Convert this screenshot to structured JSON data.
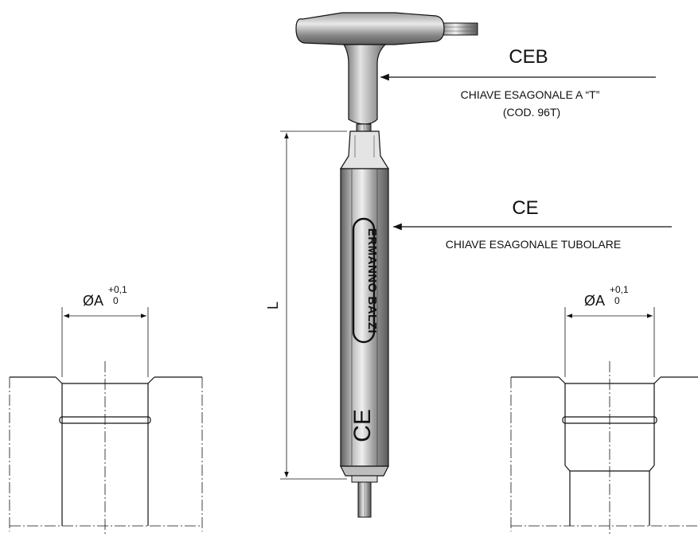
{
  "callouts": {
    "ceb": {
      "code": "CEB",
      "desc1": "CHIAVE ESAGONALE A “T”",
      "desc2": "(COD. 96T)"
    },
    "ce": {
      "code": "CE",
      "desc": "CHIAVE ESAGONALE TUBOLARE"
    }
  },
  "dimensions": {
    "length_label": "L",
    "diameter_left": {
      "symbol": "ØA",
      "upper_tol": "+0,1",
      "lower_tol": "0"
    },
    "diameter_right": {
      "symbol": "ØA",
      "upper_tol": "+0,1",
      "lower_tol": "0"
    }
  },
  "tool_markings": {
    "brand": "ERMANNO BALZI",
    "code": "CE"
  },
  "colors": {
    "line": "#111111",
    "metal_dark": "#6b6b6b",
    "metal_light": "#d9d9d9"
  }
}
